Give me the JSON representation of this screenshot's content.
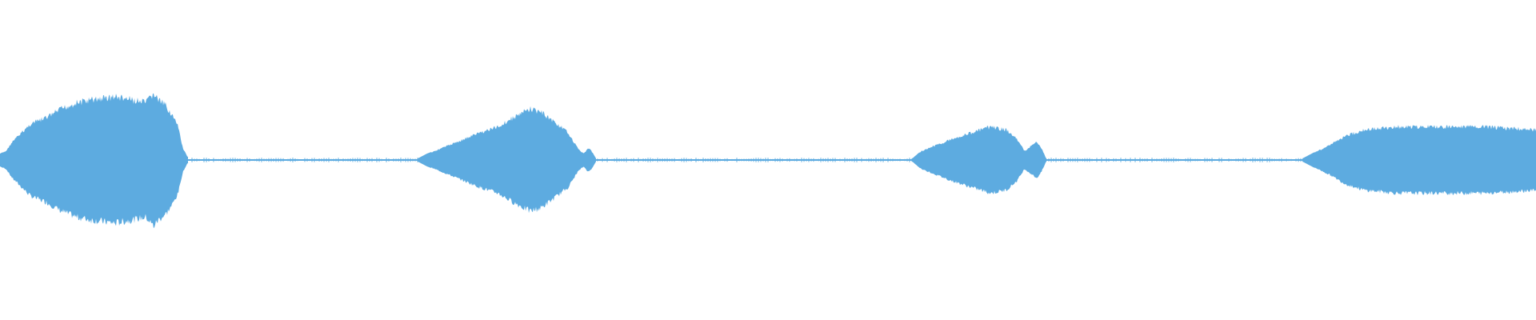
{
  "waveform": {
    "color": "#5dabe0",
    "background": "#ffffff",
    "baseline_amplitude": 0.012,
    "segments": [
      {
        "name": "segment-1",
        "start": 0.0,
        "end": 0.122,
        "envelope": [
          [
            0.0,
            0.04
          ],
          [
            0.004,
            0.06
          ],
          [
            0.008,
            0.12
          ],
          [
            0.012,
            0.16
          ],
          [
            0.02,
            0.24
          ],
          [
            0.03,
            0.28
          ],
          [
            0.04,
            0.34
          ],
          [
            0.05,
            0.38
          ],
          [
            0.06,
            0.4
          ],
          [
            0.075,
            0.42
          ],
          [
            0.085,
            0.4
          ],
          [
            0.095,
            0.38
          ],
          [
            0.1,
            0.44
          ],
          [
            0.103,
            0.4
          ],
          [
            0.108,
            0.36
          ],
          [
            0.112,
            0.3
          ],
          [
            0.116,
            0.22
          ],
          [
            0.119,
            0.08
          ],
          [
            0.122,
            0.02
          ]
        ]
      },
      {
        "name": "segment-2",
        "start": 0.272,
        "end": 0.388,
        "envelope": [
          [
            0.272,
            0.01
          ],
          [
            0.278,
            0.04
          ],
          [
            0.288,
            0.08
          ],
          [
            0.3,
            0.13
          ],
          [
            0.312,
            0.18
          ],
          [
            0.324,
            0.22
          ],
          [
            0.334,
            0.28
          ],
          [
            0.345,
            0.34
          ],
          [
            0.352,
            0.32
          ],
          [
            0.36,
            0.26
          ],
          [
            0.37,
            0.18
          ],
          [
            0.376,
            0.08
          ],
          [
            0.38,
            0.04
          ],
          [
            0.383,
            0.08
          ],
          [
            0.385,
            0.06
          ],
          [
            0.388,
            0.01
          ]
        ]
      },
      {
        "name": "segment-3",
        "start": 0.594,
        "end": 0.681,
        "envelope": [
          [
            0.594,
            0.01
          ],
          [
            0.6,
            0.06
          ],
          [
            0.61,
            0.1
          ],
          [
            0.62,
            0.14
          ],
          [
            0.632,
            0.18
          ],
          [
            0.645,
            0.22
          ],
          [
            0.655,
            0.2
          ],
          [
            0.662,
            0.14
          ],
          [
            0.667,
            0.06
          ],
          [
            0.671,
            0.09
          ],
          [
            0.675,
            0.12
          ],
          [
            0.678,
            0.08
          ],
          [
            0.681,
            0.01
          ]
        ]
      },
      {
        "name": "segment-4",
        "start": 0.848,
        "end": 1.0,
        "envelope": [
          [
            0.848,
            0.01
          ],
          [
            0.856,
            0.05
          ],
          [
            0.866,
            0.1
          ],
          [
            0.876,
            0.16
          ],
          [
            0.888,
            0.2
          ],
          [
            0.91,
            0.22
          ],
          [
            0.94,
            0.22
          ],
          [
            0.965,
            0.22
          ],
          [
            0.985,
            0.21
          ],
          [
            1.0,
            0.2
          ]
        ]
      }
    ]
  }
}
